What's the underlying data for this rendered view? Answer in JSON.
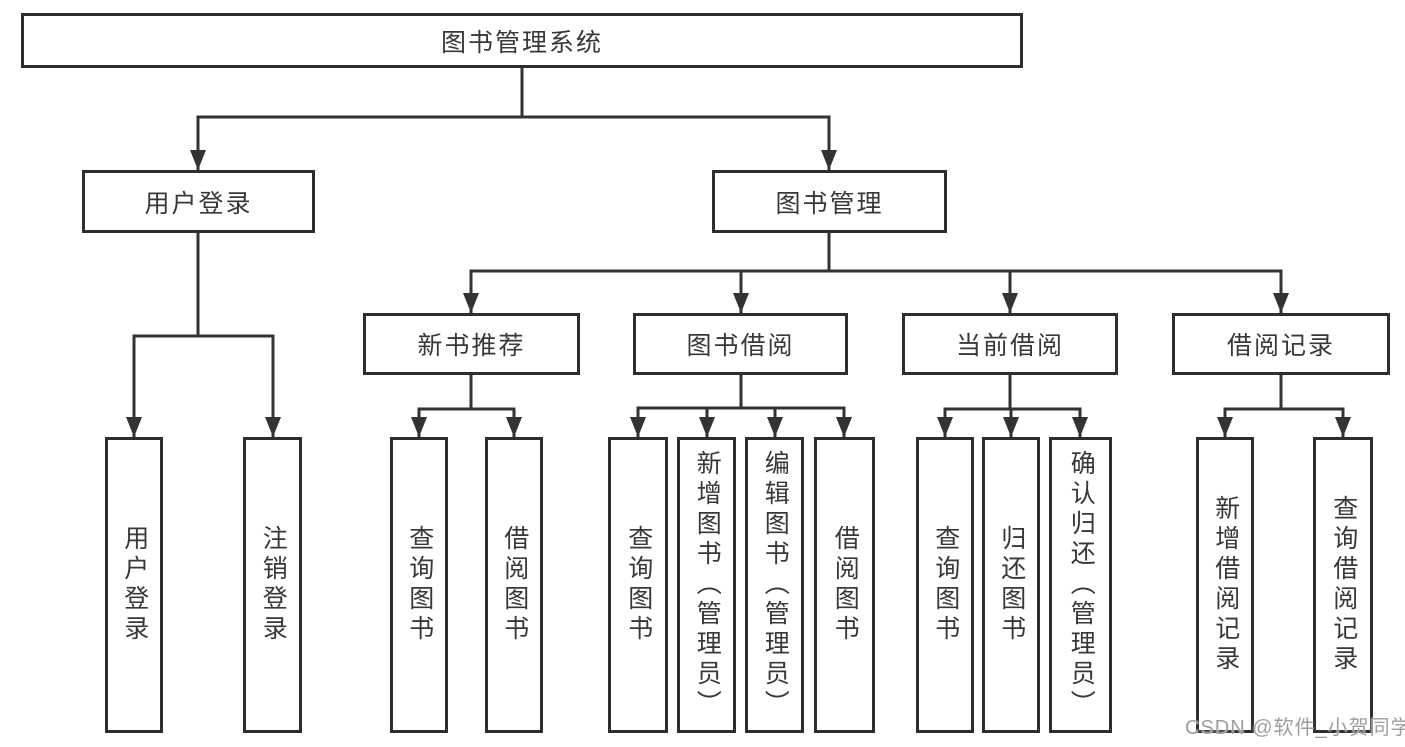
{
  "diagram_type": "tree-structure-chart",
  "nodes": {
    "root": {
      "label": "图书管理系统"
    },
    "user_login": {
      "label": "用户登录"
    },
    "book_mgmt": {
      "label": "图书管理"
    },
    "new_book_rec": {
      "label": "新书推荐"
    },
    "book_borrow": {
      "label": "图书借阅"
    },
    "current_borrow": {
      "label": "当前借阅"
    },
    "borrow_record": {
      "label": "借阅记录"
    },
    "leaf_user_login": {
      "label": "用户登录"
    },
    "leaf_logout": {
      "label": "注销登录"
    },
    "leaf_query_book_1": {
      "label": "查询图书"
    },
    "leaf_borrow_book_1": {
      "label": "借阅图书"
    },
    "leaf_query_book_2": {
      "label": "查询图书"
    },
    "leaf_add_book": {
      "label": "新增图书（管理员）"
    },
    "leaf_edit_book": {
      "label": "编辑图书（管理员）"
    },
    "leaf_borrow_book_2": {
      "label": "借阅图书"
    },
    "leaf_query_book_3": {
      "label": "查询图书"
    },
    "leaf_return_book": {
      "label": "归还图书"
    },
    "leaf_confirm_return": {
      "label": "确认归还（管理员）"
    },
    "leaf_add_record": {
      "label": "新增借阅记录"
    },
    "leaf_query_record": {
      "label": "查询借阅记录"
    }
  },
  "hierarchy": {
    "root": [
      "user_login",
      "book_mgmt"
    ],
    "user_login": [
      "leaf_user_login",
      "leaf_logout"
    ],
    "book_mgmt": [
      "new_book_rec",
      "book_borrow",
      "current_borrow",
      "borrow_record"
    ],
    "new_book_rec": [
      "leaf_query_book_1",
      "leaf_borrow_book_1"
    ],
    "book_borrow": [
      "leaf_query_book_2",
      "leaf_add_book",
      "leaf_edit_book",
      "leaf_borrow_book_2"
    ],
    "current_borrow": [
      "leaf_query_book_3",
      "leaf_return_book",
      "leaf_confirm_return"
    ],
    "borrow_record": [
      "leaf_add_record",
      "leaf_query_record"
    ]
  },
  "watermark": {
    "text": "CSDN @软件_小贺同学",
    "color": "#9e9e9e"
  },
  "colors": {
    "line": "#333333",
    "box_border": "#2e2e2e",
    "box_fill": "#ffffff",
    "text": "#383838",
    "background": "#ffffff"
  }
}
